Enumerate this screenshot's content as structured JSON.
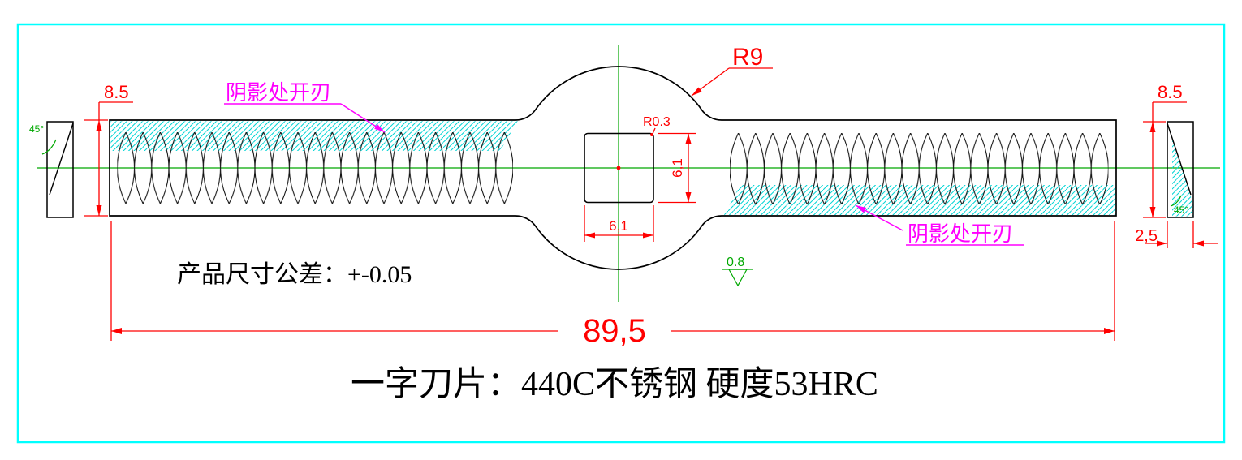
{
  "colors": {
    "frame": "#00ffff",
    "dimension": "#ff0000",
    "centerline": "#00a800",
    "hatch": "#00d4d4",
    "callout": "#ff00ff",
    "outline": "#000000"
  },
  "dimensions": {
    "left_height": "8.5",
    "right_height": "8.5",
    "boss_radius": "R9",
    "hole_corner_radius": "R0.3",
    "hole_width": "6,1",
    "hole_height": "6,1",
    "overall_length": "89,5",
    "end_thickness": "2,5",
    "chamfer_angle_left": "45°",
    "chamfer_angle_right": "45°",
    "surface_roughness": "0.8"
  },
  "annotations": {
    "shaded_edge_left": "阴影处开刃",
    "shaded_edge_right": "阴影处开刃",
    "tolerance_note": "产品尺寸公差：+-0.05",
    "title": "一字刀片：440C不锈钢 硬度53HRC"
  }
}
